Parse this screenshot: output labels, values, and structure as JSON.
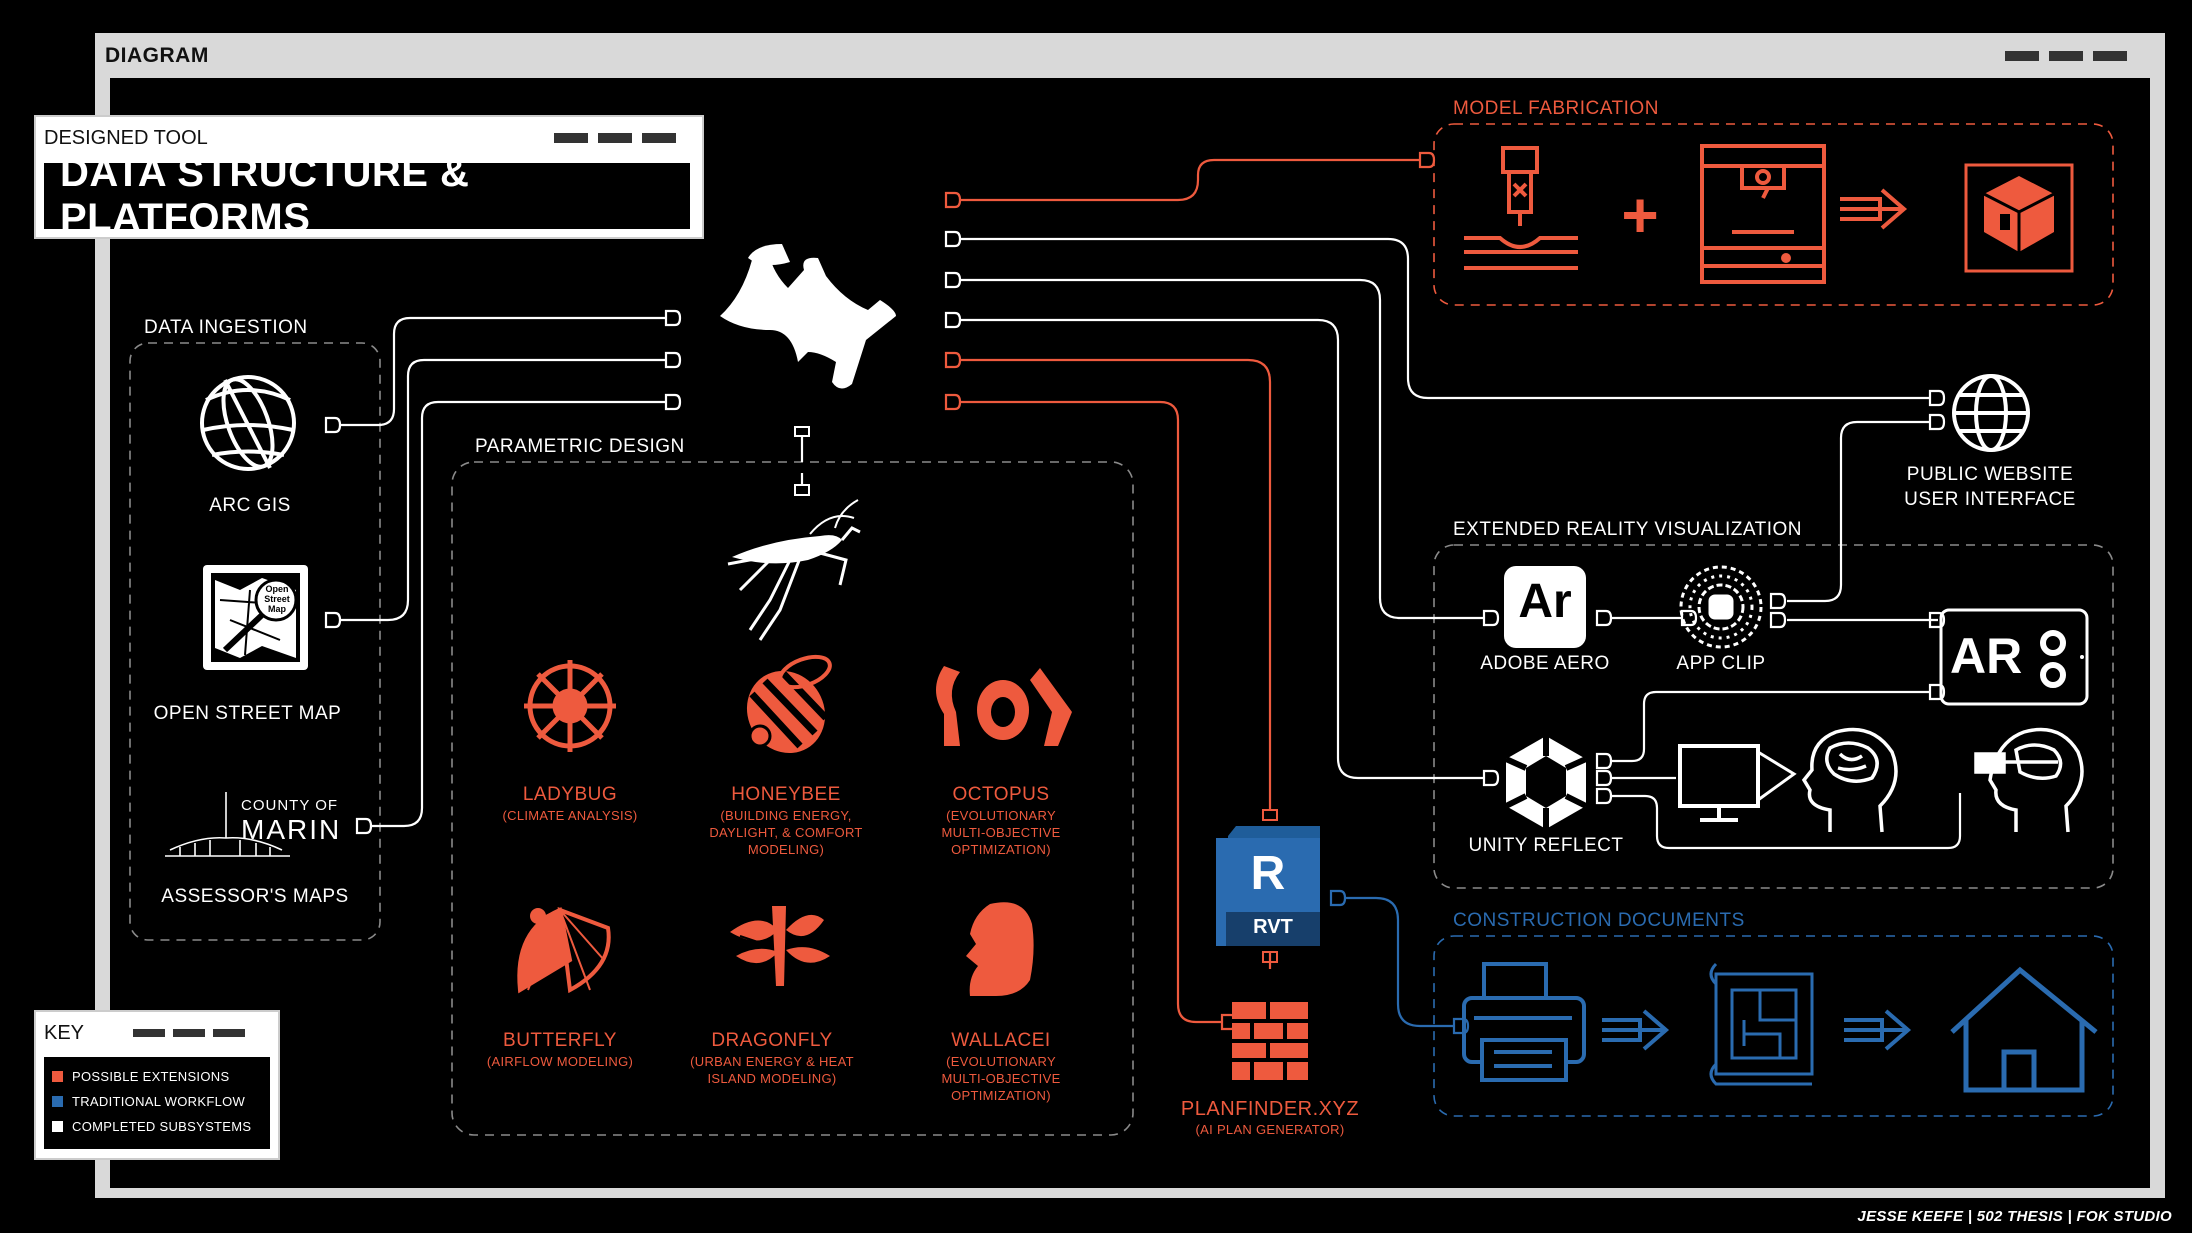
{
  "window": {
    "title": "DIAGRAM"
  },
  "header": {
    "label": "DESIGNED TOOL",
    "title": "DATA STRUCTURE & PLATFORMS"
  },
  "sections": {
    "data_ingestion": "DATA INGESTION",
    "parametric_design": "PARAMETRIC DESIGN",
    "model_fabrication": "MODEL FABRICATION",
    "extended_reality": "EXTENDED REALITY VISUALIZATION",
    "construction_documents": "CONSTRUCTION DOCUMENTS"
  },
  "ingestion": {
    "arcgis": "ARC GIS",
    "osm": "OPEN STREET MAP",
    "osm_logo": "Open Street Map",
    "marin_county_of": "COUNTY OF",
    "marin_name": "MARIN",
    "assessor": "ASSESSOR'S MAPS"
  },
  "plugins": [
    {
      "name": "LADYBUG",
      "desc": "(CLIMATE ANALYSIS)"
    },
    {
      "name": "HONEYBEE",
      "desc": "(BUILDING ENERGY, DAYLIGHT, & COMFORT MODELING)"
    },
    {
      "name": "OCTOPUS",
      "desc": "(EVOLUTIONARY MULTI-OBJECTIVE OPTIMIZATION)"
    },
    {
      "name": "BUTTERFLY",
      "desc": "(AIRFLOW MODELING)"
    },
    {
      "name": "DRAGONFLY",
      "desc": "(URBAN ENERGY & HEAT ISLAND MODELING)"
    },
    {
      "name": "WALLACEI",
      "desc": "(EVOLUTIONARY MULTI-OBJECTIVE OPTIMIZATION)"
    }
  ],
  "revit": {
    "letter": "R",
    "label": "RVT"
  },
  "planfinder": {
    "name": "PLANFINDER.XYZ",
    "desc": "(AI PLAN GENERATOR)"
  },
  "website": {
    "line1": "PUBLIC WEBSITE",
    "line2": "USER INTERFACE"
  },
  "xr": {
    "aero_icon": "Ar",
    "aero": "ADOBE AERO",
    "appclip": "APP CLIP",
    "unity": "UNITY REFLECT",
    "ar_glyph": "AR"
  },
  "key": {
    "title": "KEY",
    "items": [
      {
        "label": "POSSIBLE EXTENSIONS",
        "color": "#ee5a3e"
      },
      {
        "label": "TRADITIONAL WORKFLOW",
        "color": "#2a6bb0"
      },
      {
        "label": "COMPLETED SUBSYSTEMS",
        "color": "#ffffff"
      }
    ]
  },
  "credit": "JESSE KEEFE | 502 THESIS | FOK STUDIO",
  "colors": {
    "extension": "#ee5a3e",
    "traditional": "#2a6bb0",
    "completed": "#ffffff",
    "frame": "#d9d9d9"
  }
}
